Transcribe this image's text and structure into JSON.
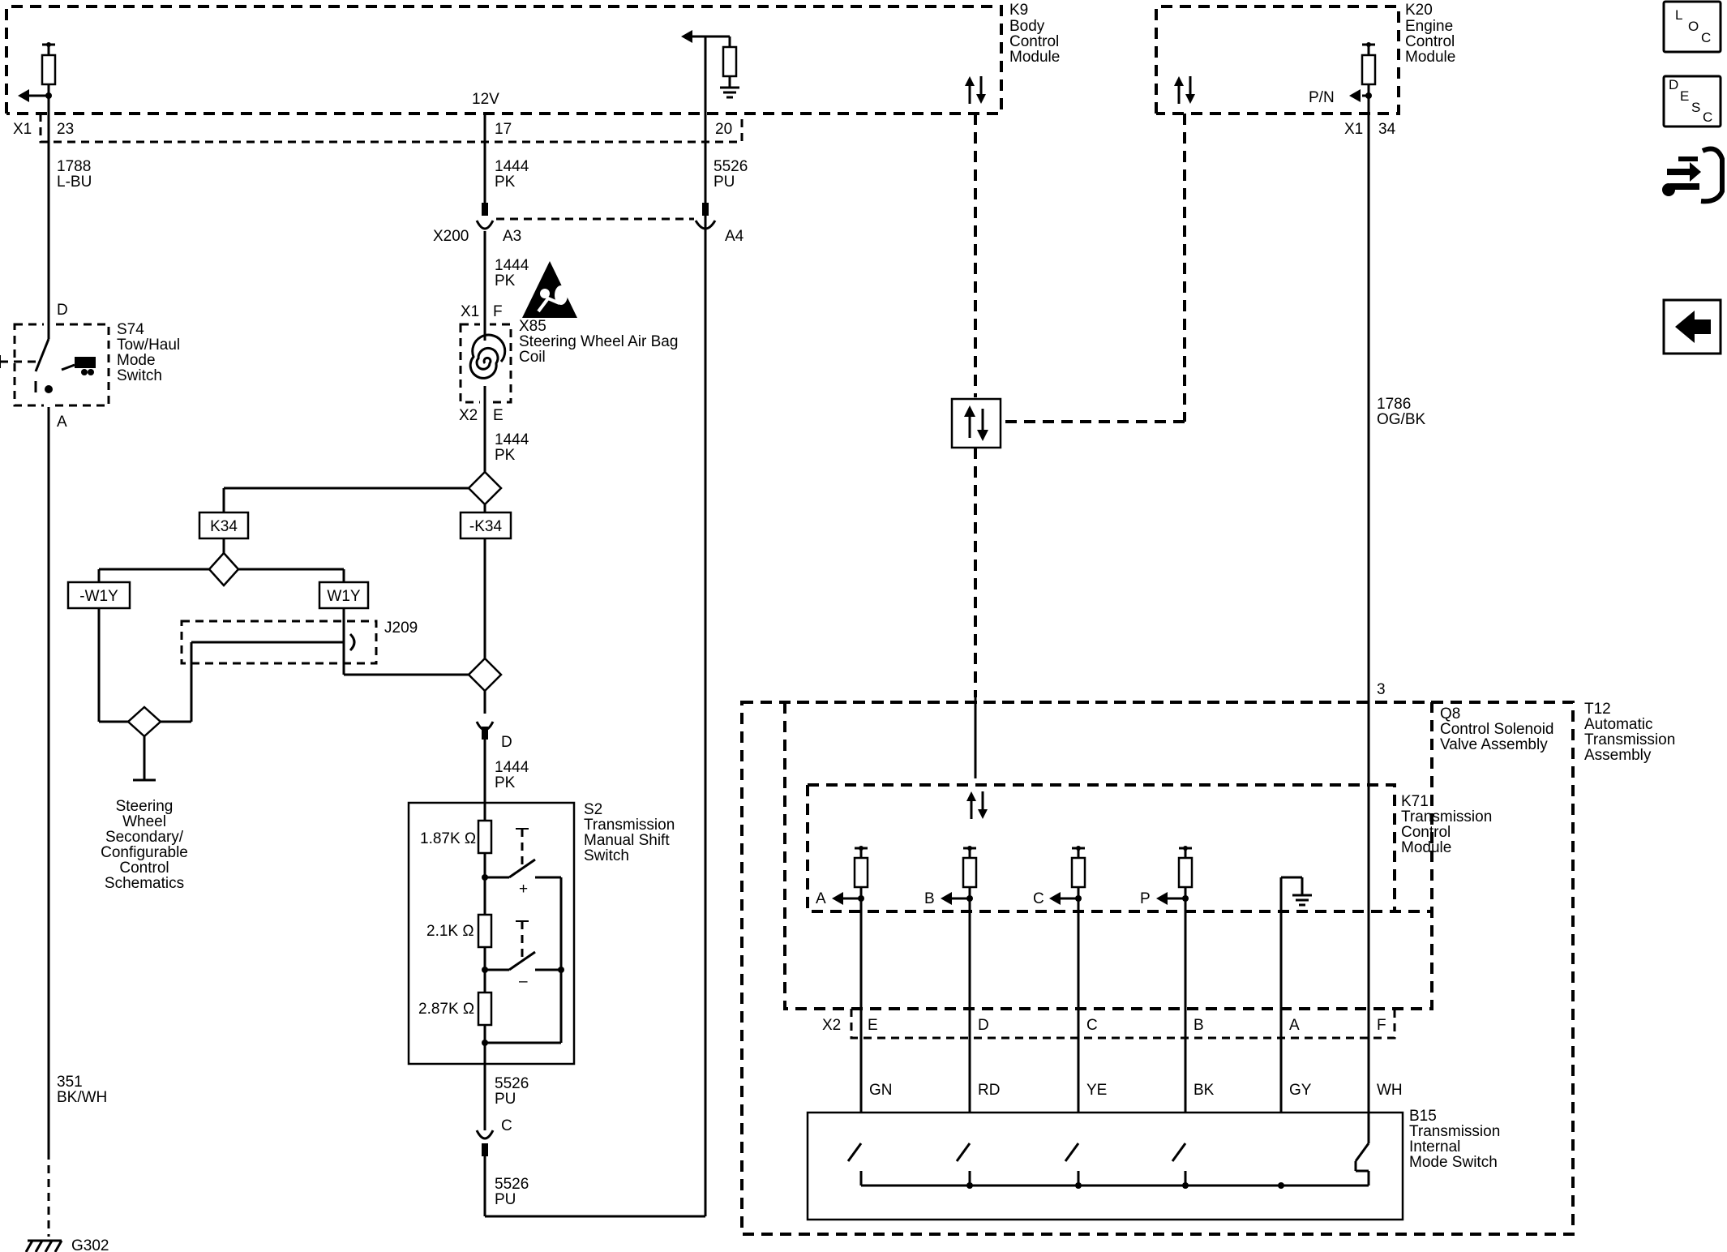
{
  "modules": {
    "k9": {
      "ref": "K9",
      "lines": [
        "Body",
        "Control",
        "Module"
      ]
    },
    "k20": {
      "ref": "K20",
      "lines": [
        "Engine",
        "Control",
        "Module"
      ]
    },
    "s74": {
      "ref": "S74",
      "lines": [
        "Tow/Haul",
        "Mode",
        "Switch"
      ]
    },
    "x85": {
      "ref": "X85",
      "lines": [
        "Steering Wheel Air Bag",
        "Coil"
      ]
    },
    "s2": {
      "ref": "S2",
      "lines": [
        "Transmission",
        "Manual Shift",
        "Switch"
      ]
    },
    "q8": {
      "ref": "Q8",
      "lines": [
        "Control Solenoid",
        "Valve Assembly"
      ]
    },
    "t12": {
      "ref": "T12",
      "lines": [
        "Automatic",
        "Transmission",
        "Assembly"
      ]
    },
    "k71": {
      "ref": "K71",
      "lines": [
        "Transmission",
        "Control",
        "Module"
      ]
    },
    "b15": {
      "ref": "B15",
      "lines": [
        "Transmission",
        "Internal",
        "Mode Switch"
      ]
    }
  },
  "connectors": {
    "x1_left": "X1",
    "pin23": "23",
    "v12": "12V",
    "pin17": "17",
    "pin20": "20",
    "x200": "X200",
    "a3": "A3",
    "a4": "A4",
    "x1_x85": "X1",
    "f": "F",
    "x2_x85": "X2",
    "e": "E",
    "s74_d": "D",
    "s74_a": "A",
    "d_s2": "D",
    "c_s2": "C",
    "x1_k20": "X1",
    "pin34": "34",
    "pn": "P/N",
    "j209": "J209",
    "q8_pin3": "3",
    "x2_t12": "X2",
    "t12_pins": [
      "E",
      "D",
      "C",
      "B",
      "A",
      "F"
    ],
    "k71_outputs": [
      "A",
      "B",
      "C",
      "P"
    ],
    "g302": "G302"
  },
  "wires": {
    "w1788": {
      "circuit": "1788",
      "color": "L-BU"
    },
    "w1444a": {
      "circuit": "1444",
      "color": "PK"
    },
    "w1444b": {
      "circuit": "1444",
      "color": "PK"
    },
    "w1444c": {
      "circuit": "1444",
      "color": "PK"
    },
    "w1444d": {
      "circuit": "1444",
      "color": "PK"
    },
    "w5526a": {
      "circuit": "5526",
      "color": "PU"
    },
    "w5526b": {
      "circuit": "5526",
      "color": "PU"
    },
    "w5526c": {
      "circuit": "5526",
      "color": "PU"
    },
    "w351": {
      "circuit": "351",
      "color": "BK/WH"
    },
    "w1786": {
      "circuit": "1786",
      "color": "OG/BK"
    },
    "b15_colors": [
      "GN",
      "RD",
      "YE",
      "BK",
      "GY",
      "WH"
    ]
  },
  "options": {
    "k34": "K34",
    "not_k34": "-K34",
    "w1y": "W1Y",
    "not_w1y": "-W1Y"
  },
  "resistors": [
    "1.87K Ω",
    "2.1K Ω",
    "2.87K Ω"
  ],
  "switch_signs": {
    "plus": "+",
    "minus": "–"
  },
  "note": [
    "Steering",
    "Wheel",
    "Secondary/",
    "Configurable",
    "Control",
    "Schematics"
  ],
  "sidebar": {
    "loc": [
      "L",
      "O",
      "C"
    ],
    "desc": [
      "D",
      "E",
      "S",
      "C"
    ]
  },
  "icons": [
    "loc-icon",
    "desc-icon",
    "connector-wrench-icon",
    "back-arrow-icon",
    "airbag-warning-icon",
    "trailer-icon",
    "coil-icon",
    "ground-icon"
  ]
}
